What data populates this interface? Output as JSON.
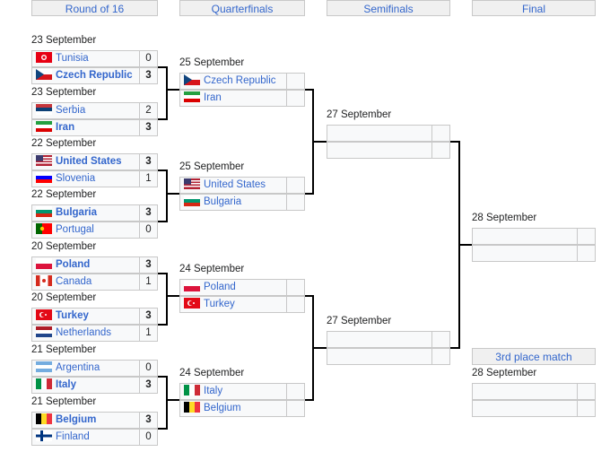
{
  "headers": [
    "Round of 16",
    "Quarterfinals",
    "Semifinals",
    "Final"
  ],
  "third_place_label": "3rd place match",
  "round_of_16": [
    {
      "date": "23 September",
      "teams": [
        {
          "name": "Tunisia",
          "flag": "tn",
          "score": "0",
          "winner": false
        },
        {
          "name": "Czech Republic",
          "flag": "cz",
          "score": "3",
          "winner": true
        }
      ]
    },
    {
      "date": "23 September",
      "teams": [
        {
          "name": "Serbia",
          "flag": "rs",
          "score": "2",
          "winner": false
        },
        {
          "name": "Iran",
          "flag": "ir",
          "score": "3",
          "winner": true
        }
      ]
    },
    {
      "date": "22 September",
      "teams": [
        {
          "name": "United States",
          "flag": "us",
          "score": "3",
          "winner": true
        },
        {
          "name": "Slovenia",
          "flag": "si",
          "score": "1",
          "winner": false
        }
      ]
    },
    {
      "date": "22 September",
      "teams": [
        {
          "name": "Bulgaria",
          "flag": "bg",
          "score": "3",
          "winner": true
        },
        {
          "name": "Portugal",
          "flag": "pt",
          "score": "0",
          "winner": false
        }
      ]
    },
    {
      "date": "20 September",
      "teams": [
        {
          "name": "Poland",
          "flag": "pl",
          "score": "3",
          "winner": true
        },
        {
          "name": "Canada",
          "flag": "ca",
          "score": "1",
          "winner": false
        }
      ]
    },
    {
      "date": "20 September",
      "teams": [
        {
          "name": "Turkey",
          "flag": "tr",
          "score": "3",
          "winner": true
        },
        {
          "name": "Netherlands",
          "flag": "nl",
          "score": "1",
          "winner": false
        }
      ]
    },
    {
      "date": "21 September",
      "teams": [
        {
          "name": "Argentina",
          "flag": "ar",
          "score": "0",
          "winner": false
        },
        {
          "name": "Italy",
          "flag": "it",
          "score": "3",
          "winner": true
        }
      ]
    },
    {
      "date": "21 September",
      "teams": [
        {
          "name": "Belgium",
          "flag": "be",
          "score": "3",
          "winner": true
        },
        {
          "name": "Finland",
          "flag": "fi",
          "score": "0",
          "winner": false
        }
      ]
    }
  ],
  "quarterfinals": [
    {
      "date": "25 September",
      "teams": [
        {
          "name": "Czech Republic",
          "flag": "cz",
          "score": ""
        },
        {
          "name": "Iran",
          "flag": "ir",
          "score": ""
        }
      ]
    },
    {
      "date": "25 September",
      "teams": [
        {
          "name": "United States",
          "flag": "us",
          "score": ""
        },
        {
          "name": "Bulgaria",
          "flag": "bg",
          "score": ""
        }
      ]
    },
    {
      "date": "24 September",
      "teams": [
        {
          "name": "Poland",
          "flag": "pl",
          "score": ""
        },
        {
          "name": "Turkey",
          "flag": "tr",
          "score": ""
        }
      ]
    },
    {
      "date": "24 September",
      "teams": [
        {
          "name": "Italy",
          "flag": "it",
          "score": ""
        },
        {
          "name": "Belgium",
          "flag": "be",
          "score": ""
        }
      ]
    }
  ],
  "semifinals": [
    {
      "date": "27 September",
      "teams": [
        {
          "name": "",
          "flag": "",
          "score": ""
        },
        {
          "name": "",
          "flag": "",
          "score": ""
        }
      ]
    },
    {
      "date": "27 September",
      "teams": [
        {
          "name": "",
          "flag": "",
          "score": ""
        },
        {
          "name": "",
          "flag": "",
          "score": ""
        }
      ]
    }
  ],
  "final": [
    {
      "date": "28 September",
      "teams": [
        {
          "name": "",
          "flag": "",
          "score": ""
        },
        {
          "name": "",
          "flag": "",
          "score": ""
        }
      ]
    }
  ],
  "third_place": [
    {
      "date": "28 September",
      "teams": [
        {
          "name": "",
          "flag": "",
          "score": ""
        },
        {
          "name": "",
          "flag": "",
          "score": ""
        }
      ]
    }
  ]
}
